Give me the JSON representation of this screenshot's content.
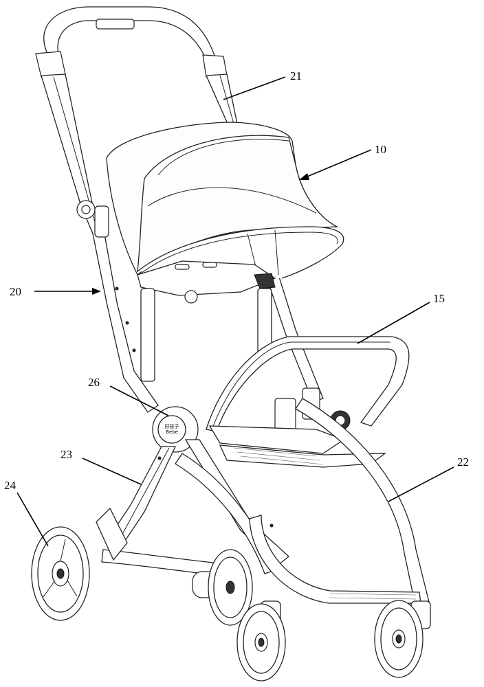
{
  "figure": {
    "hub_text": "好孩子\nBebe",
    "labels": [
      {
        "id": "21",
        "text": "21"
      },
      {
        "id": "10",
        "text": "10"
      },
      {
        "id": "20",
        "text": "20"
      },
      {
        "id": "15",
        "text": "15"
      },
      {
        "id": "26",
        "text": "26"
      },
      {
        "id": "23",
        "text": "23"
      },
      {
        "id": "22",
        "text": "22"
      },
      {
        "id": "24",
        "text": "24"
      }
    ]
  }
}
